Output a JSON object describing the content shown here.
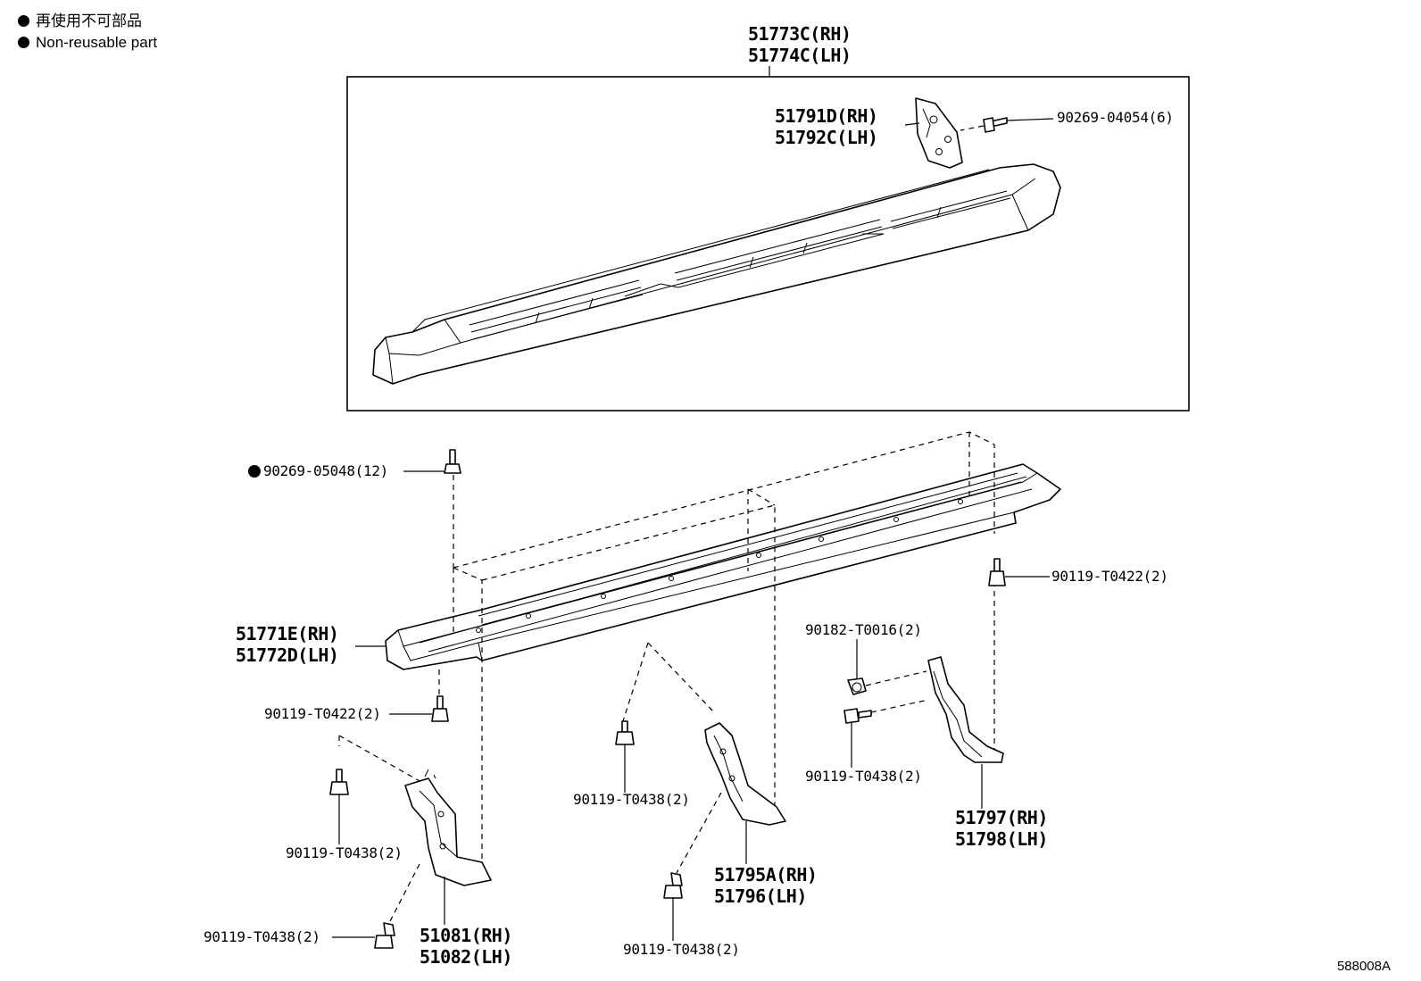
{
  "legend": {
    "line_jp": "再使用不可部品",
    "line_en": "Non-reusable part"
  },
  "labels": {
    "step_board_rh": "51773C(RH)",
    "step_board_lh": "51774C(LH)",
    "bracket_plate_rh": "51791D(RH)",
    "bracket_plate_lh": "51792C(LH)",
    "screw_top": "90269-04054(6)",
    "screw_clip": "90269-05048(12)",
    "bolt_right": "90119-T0422(2)",
    "rail_rh": "51771E(RH)",
    "rail_lh": "51772D(LH)",
    "nut": "90182-T0016(2)",
    "bolt_left": "90119-T0422(2)",
    "bolt_mid": "90119-T0438(2)",
    "bolt_rear_bracket": "90119-T0438(2)",
    "bracket_rear_rh": "51797(RH)",
    "bracket_rear_lh": "51798(LH)",
    "bolt_left_upper": "90119-T0438(2)",
    "bracket_mid_rh": "51795A(RH)",
    "bracket_mid_lh": "51796(LH)",
    "bolt_left_lower": "90119-T0438(2)",
    "bolt_mid_lower": "90119-T0438(2)",
    "bracket_front_rh": "51081(RH)",
    "bracket_front_lh": "51082(LH)"
  },
  "figure_id": "588008A"
}
